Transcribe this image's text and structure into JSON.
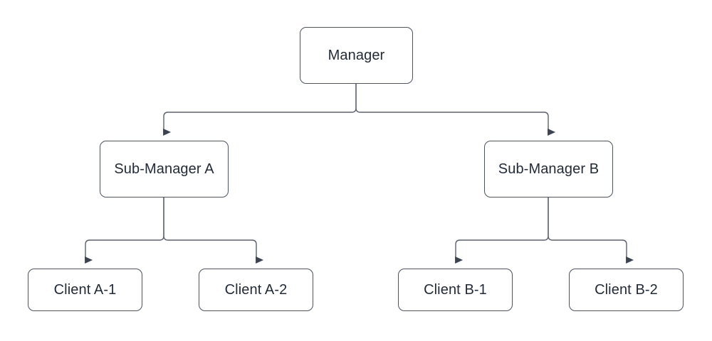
{
  "diagram": {
    "type": "hierarchy-tree",
    "title": "",
    "background_color": "#ffffff",
    "node_border_color": "#4c5361",
    "node_fill_color": "#ffffff",
    "node_text_color": "#232b38",
    "edge_color": "#5a6170",
    "arrowhead_color": "#3b4352",
    "nodes": [
      {
        "id": "manager",
        "label": "Manager",
        "level": 0
      },
      {
        "id": "sub_manager_a",
        "label": "Sub-Manager A",
        "level": 1
      },
      {
        "id": "sub_manager_b",
        "label": "Sub-Manager B",
        "level": 1
      },
      {
        "id": "client_a1",
        "label": "Client A-1",
        "level": 2
      },
      {
        "id": "client_a2",
        "label": "Client A-2",
        "level": 2
      },
      {
        "id": "client_b1",
        "label": "Client B-1",
        "level": 2
      },
      {
        "id": "client_b2",
        "label": "Client B-2",
        "level": 2
      }
    ],
    "edges": [
      {
        "from": "manager",
        "to": "sub_manager_a",
        "arrow": "to"
      },
      {
        "from": "manager",
        "to": "sub_manager_b",
        "arrow": "to"
      },
      {
        "from": "sub_manager_a",
        "to": "client_a1",
        "arrow": "to"
      },
      {
        "from": "sub_manager_a",
        "to": "client_a2",
        "arrow": "to"
      },
      {
        "from": "sub_manager_b",
        "to": "client_b1",
        "arrow": "to"
      },
      {
        "from": "sub_manager_b",
        "to": "client_b2",
        "arrow": "to"
      }
    ]
  }
}
